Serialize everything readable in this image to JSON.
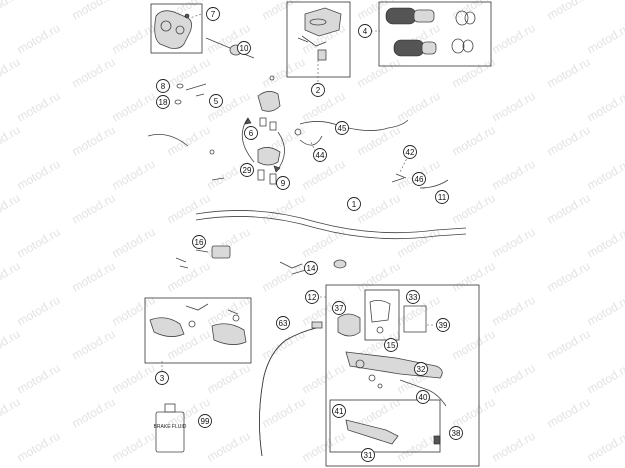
{
  "watermark": "motod.ru",
  "bottle_label": "BRAKE FLUID",
  "callouts": [
    "1",
    "2",
    "3",
    "4",
    "5",
    "6",
    "7",
    "8",
    "9",
    "10",
    "11",
    "12",
    "14",
    "15",
    "16",
    "18",
    "29",
    "31",
    "32",
    "33",
    "37",
    "38",
    "39",
    "40",
    "41",
    "42",
    "44",
    "45",
    "46",
    "63",
    "99"
  ]
}
